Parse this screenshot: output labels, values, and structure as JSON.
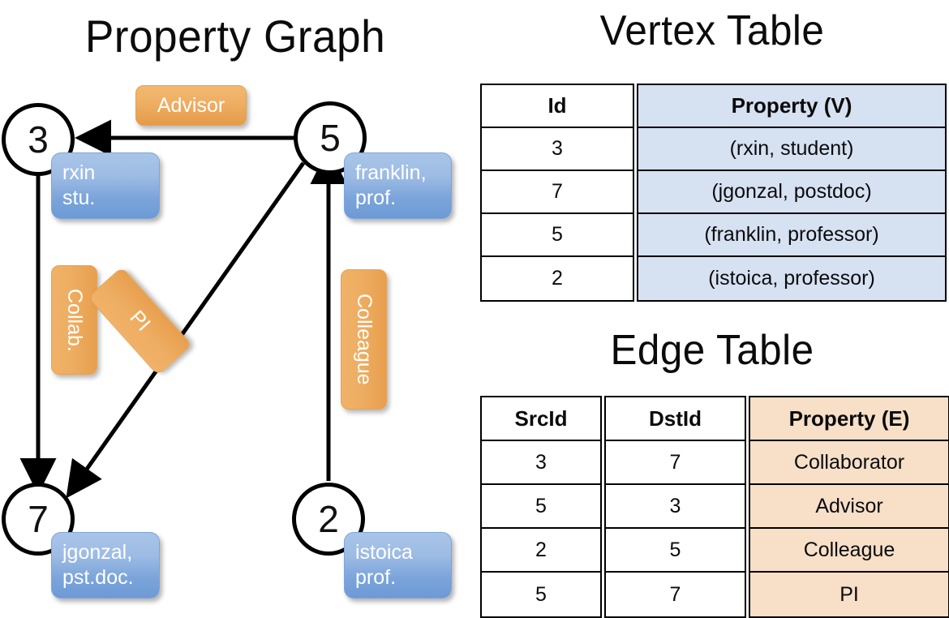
{
  "titles": {
    "graph": "Property Graph",
    "vertex_table": "Vertex Table",
    "edge_table": "Edge Table"
  },
  "graph": {
    "nodes": [
      {
        "id": "3",
        "property_line1": "rxin",
        "property_line2": "stu."
      },
      {
        "id": "5",
        "property_line1": "franklin,",
        "property_line2": "prof."
      },
      {
        "id": "7",
        "property_line1": "jgonzal,",
        "property_line2": "pst.doc."
      },
      {
        "id": "2",
        "property_line1": "istoica",
        "property_line2": "prof."
      }
    ],
    "edge_labels": {
      "advisor": "Advisor",
      "collab": "Collab.",
      "pi": "PI",
      "colleague": "Colleague"
    },
    "edges": [
      {
        "from": "5",
        "to": "3",
        "label": "Advisor"
      },
      {
        "from": "3",
        "to": "7",
        "label": "Collab."
      },
      {
        "from": "5",
        "to": "7",
        "label": "PI"
      },
      {
        "from": "2",
        "to": "5",
        "label": "Colleague"
      }
    ]
  },
  "vertex_table": {
    "headers": [
      "Id",
      "Property (V)"
    ],
    "rows": [
      {
        "id": "3",
        "property": "(rxin, student)"
      },
      {
        "id": "7",
        "property": "(jgonzal, postdoc)"
      },
      {
        "id": "5",
        "property": "(franklin, professor)"
      },
      {
        "id": "2",
        "property": "(istoica, professor)"
      }
    ]
  },
  "edge_table": {
    "headers": [
      "SrcId",
      "DstId",
      "Property (E)"
    ],
    "rows": [
      {
        "src": "3",
        "dst": "7",
        "property": "Collaborator"
      },
      {
        "src": "5",
        "dst": "3",
        "property": "Advisor"
      },
      {
        "src": "2",
        "dst": "5",
        "property": "Colleague"
      },
      {
        "src": "5",
        "dst": "7",
        "property": "PI"
      }
    ]
  },
  "colors": {
    "vertex_property_fill": "#d6e1f2",
    "edge_property_fill": "#f7dfc8",
    "node_box_blue": "#7ba4da",
    "edge_label_orange": "#eeae63",
    "stroke": "#000000",
    "background": "#ffffff"
  }
}
